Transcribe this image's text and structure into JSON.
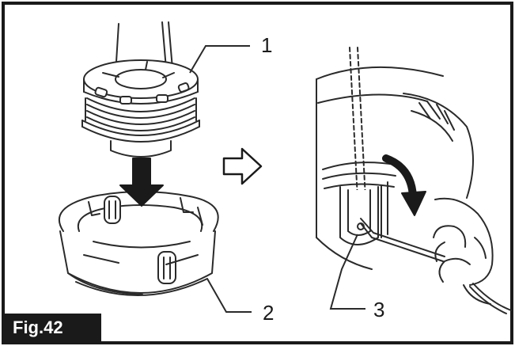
{
  "figure": {
    "label": "Fig.42"
  },
  "callouts": [
    {
      "id": "1",
      "label": "1"
    },
    {
      "id": "2",
      "label": "2"
    },
    {
      "id": "3",
      "label": "3"
    }
  ],
  "colors": {
    "border": "#1a1a1a",
    "label_bg": "#1a1a1a",
    "label_text": "#ffffff",
    "line": "#2a2a2a",
    "shade": "#d4d4d4",
    "background": "#ffffff"
  },
  "icons": [
    "down-arrow-icon",
    "right-hollow-arrow-icon",
    "curved-arrow-icon"
  ]
}
